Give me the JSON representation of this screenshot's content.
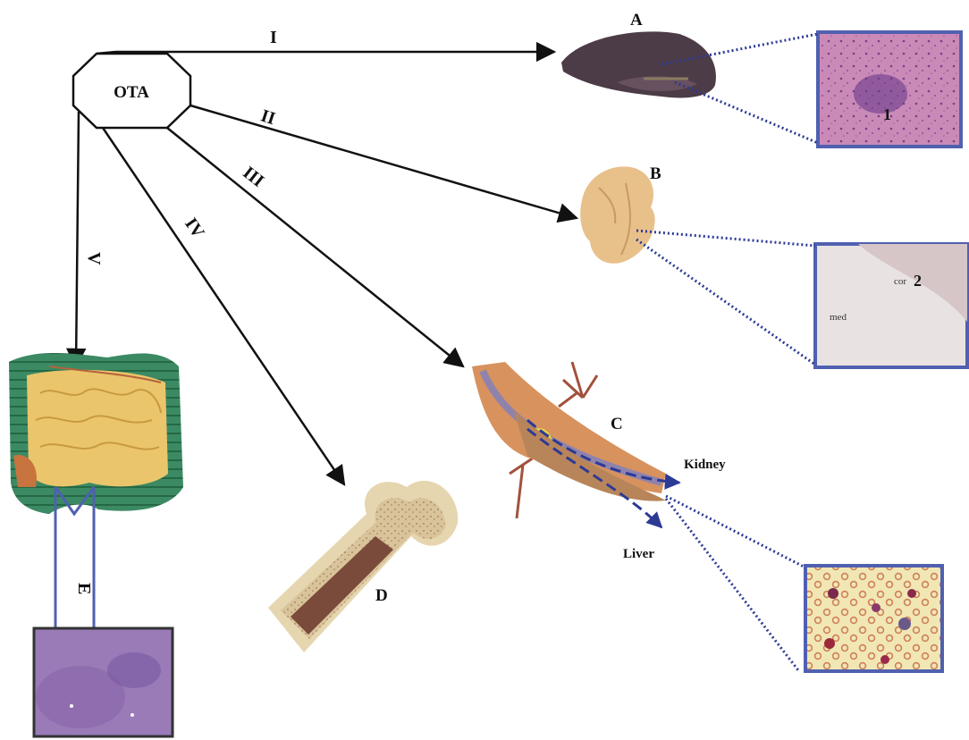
{
  "center": {
    "label": "OTA"
  },
  "pathways": [
    {
      "id": "I",
      "label": "I"
    },
    {
      "id": "II",
      "label": "II"
    },
    {
      "id": "III",
      "label": "III"
    },
    {
      "id": "IV",
      "label": "IV"
    },
    {
      "id": "V",
      "label": "V"
    },
    {
      "id": "E",
      "label": "E"
    }
  ],
  "organs": {
    "A": "A",
    "B": "B",
    "C": "C",
    "D": "D"
  },
  "micrographs": {
    "panel1_label": "1",
    "panel2_label": "2",
    "panel2_cor": "cor",
    "panel2_med": "med"
  },
  "flow_labels": {
    "kidney": "Kidney",
    "liver": "Liver"
  },
  "colors": {
    "line": "#111111",
    "frame_blue": "#5060b0",
    "dotted_blue": "#2c3a96",
    "he_pink": "#c27fb0",
    "spleen": "#4a3a44",
    "intestine_green": "#2f7a55",
    "intestine_yellow": "#e8c36a"
  }
}
